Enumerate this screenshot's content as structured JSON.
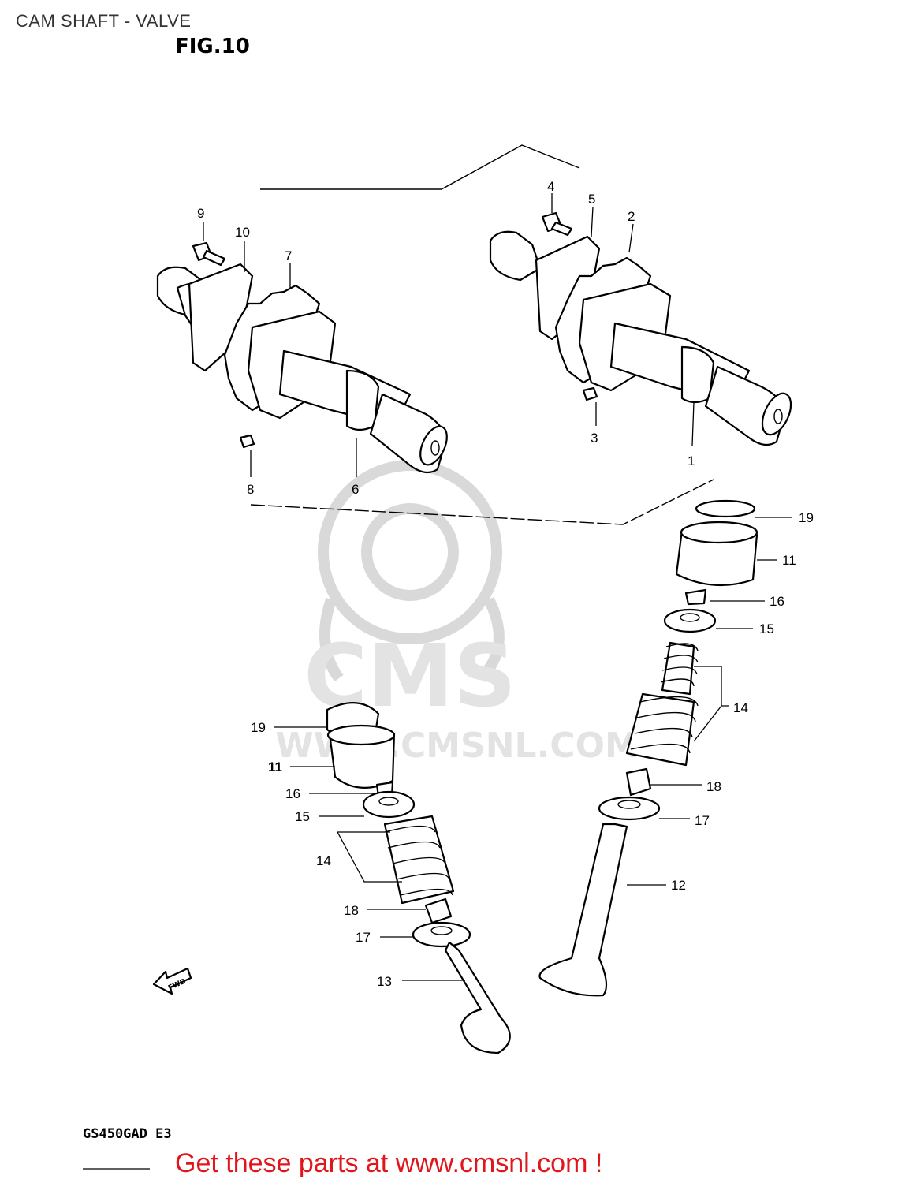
{
  "title": "CAM SHAFT - VALVE",
  "figure": "FIG.10",
  "model": "GS450GAD E3",
  "cta": "Get these parts at www.cmsnl.com !",
  "watermark": {
    "brand": "CMS",
    "url": "WWW.CMSNL.COM"
  },
  "fwd_label": "FWD",
  "callouts": {
    "c1": "1",
    "c2": "2",
    "c3": "3",
    "c4": "4",
    "c5": "5",
    "c6": "6",
    "c7": "7",
    "c8": "8",
    "c9": "9",
    "c10": "10",
    "r19": "19",
    "r11": "11",
    "r16": "16",
    "r15": "15",
    "r14": "14",
    "r18": "18",
    "r17": "17",
    "r12": "12",
    "l19": "19",
    "l11": "11",
    "l16": "16",
    "l15": "15",
    "l14": "14",
    "l18": "18",
    "l17": "17",
    "l13": "13"
  },
  "colors": {
    "cta": "#e0161b",
    "title": "#333333",
    "watermark": "#d9d9d9"
  }
}
